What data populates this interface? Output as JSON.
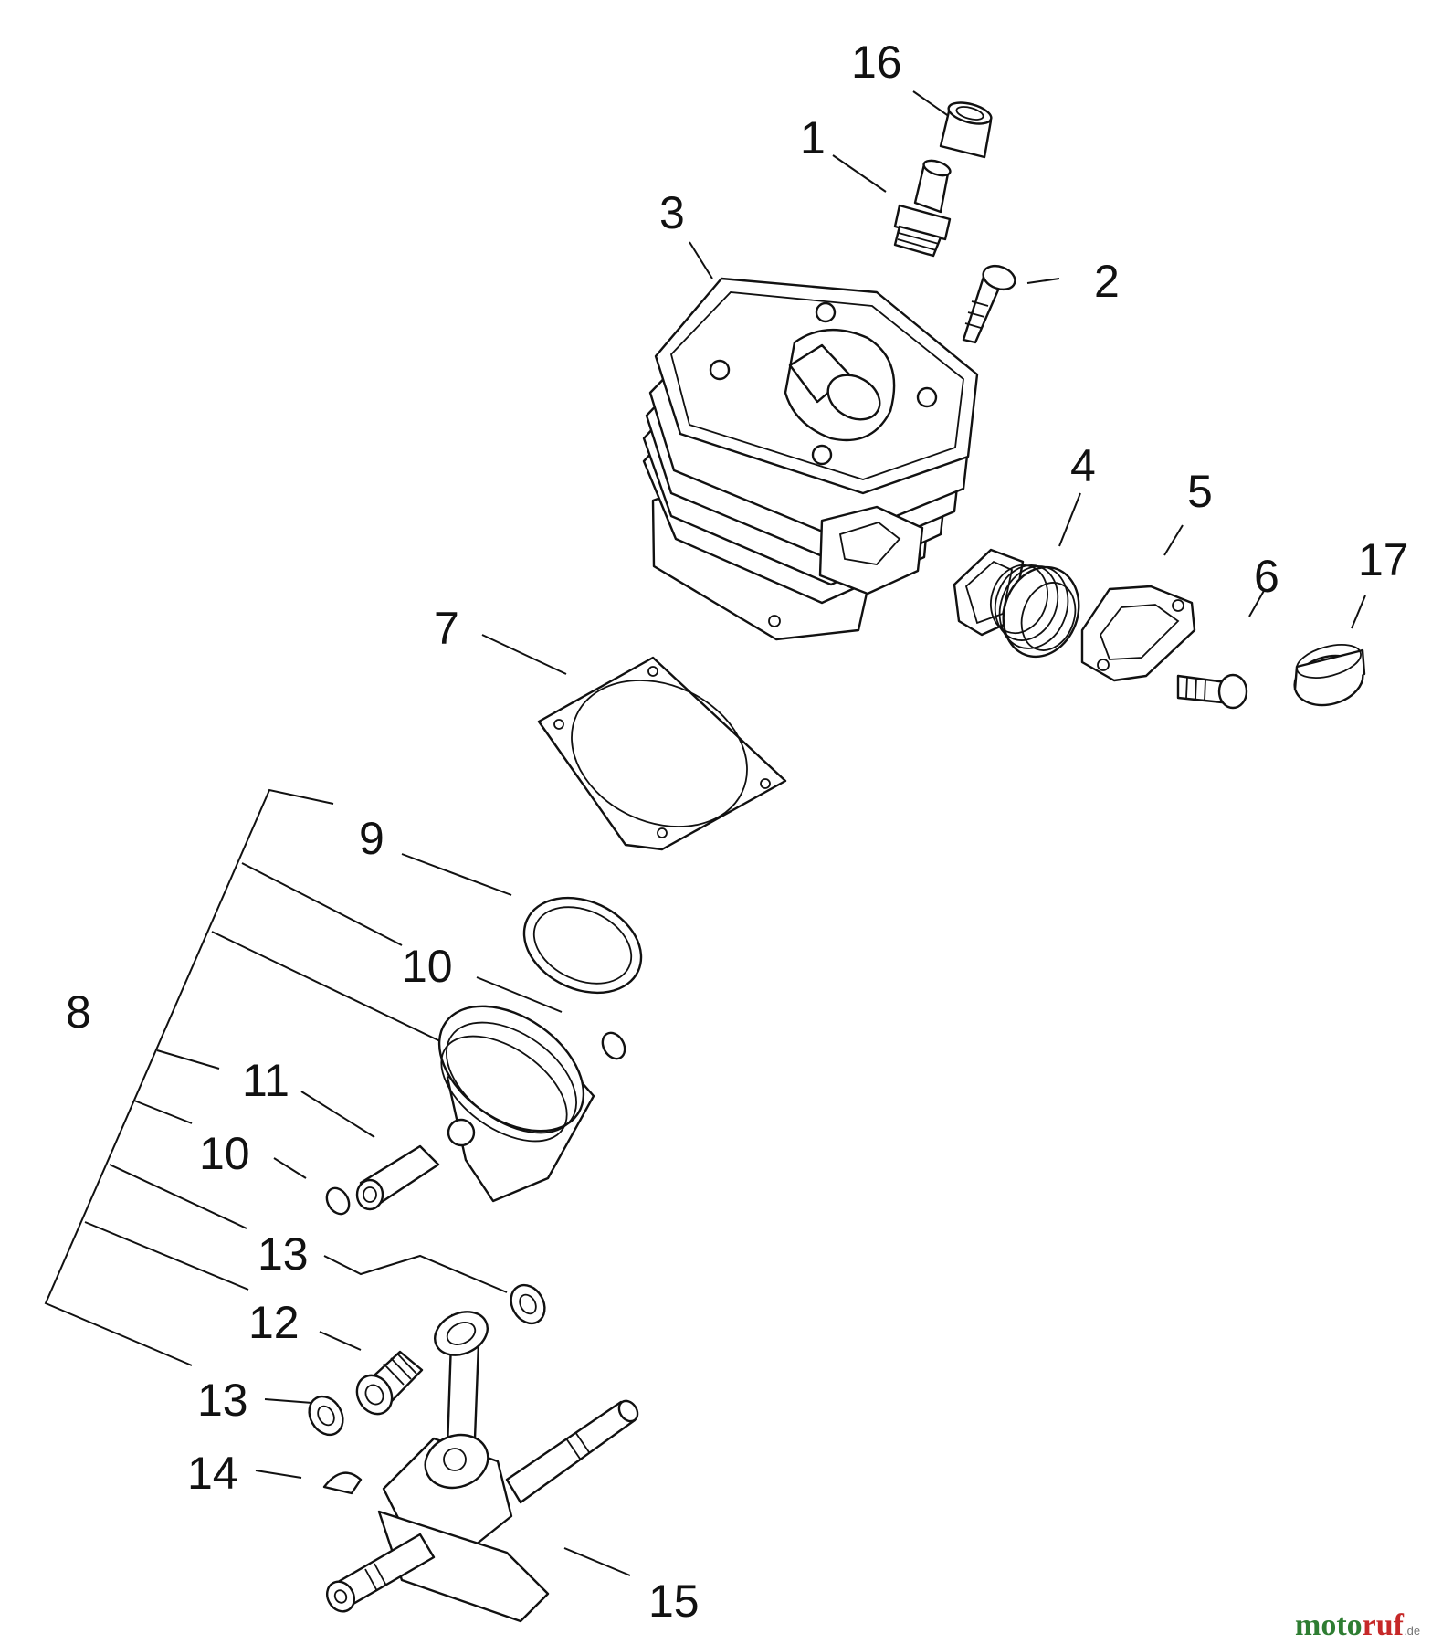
{
  "callouts": {
    "p1": "1",
    "p2": "2",
    "p3": "3",
    "p4": "4",
    "p5": "5",
    "p6": "6",
    "p7": "7",
    "p8": "8",
    "p9": "9",
    "p10a": "10",
    "p10b": "10",
    "p11": "11",
    "p12": "12",
    "p13a": "13",
    "p13b": "13",
    "p14": "14",
    "p15": "15",
    "p16": "16",
    "p17": "17"
  },
  "watermark": {
    "moto": "moto",
    "ruf": "ruf",
    "tld": ".de"
  },
  "colors": {
    "ink": "#111111",
    "moto": "#2e7d32",
    "ruf": "#c62828"
  }
}
